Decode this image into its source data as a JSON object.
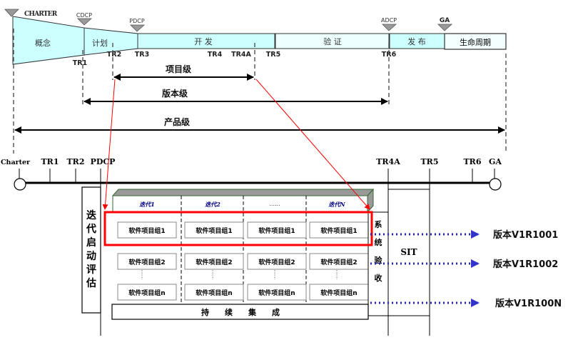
{
  "top_timeline": {
    "milestones": [
      {
        "id": "charter",
        "label": "CHARTER"
      },
      {
        "id": "cdcp",
        "label": "CDCP"
      },
      {
        "id": "pdcp",
        "label": "PDCP"
      },
      {
        "id": "adcp",
        "label": "ADCP"
      },
      {
        "id": "ga",
        "label": "GA"
      }
    ],
    "phases": [
      {
        "id": "concept",
        "label": "概念"
      },
      {
        "id": "plan",
        "label": "计划"
      },
      {
        "id": "develop",
        "label": "开 发"
      },
      {
        "id": "verify",
        "label": "验 证"
      },
      {
        "id": "release",
        "label": "发 布"
      },
      {
        "id": "lifecycle",
        "label": "生命周期"
      }
    ],
    "tr_points": [
      "TR1",
      "TR2",
      "TR3",
      "TR4",
      "TR4A",
      "TR5",
      "TR6"
    ],
    "levels": [
      {
        "id": "project",
        "label": "项目级"
      },
      {
        "id": "version",
        "label": "版本级"
      },
      {
        "id": "product",
        "label": "产品级"
      }
    ]
  },
  "bottom_timeline": {
    "labels": [
      "Charter",
      "TR1",
      "TR2",
      "PDCP",
      "TR4A",
      "TR5",
      "TR6",
      "GA"
    ]
  },
  "iteration": {
    "start_eval": "迭代启动评估",
    "headers": [
      "迭代1",
      "迭代2",
      "......",
      "迭代N"
    ],
    "rows": [
      [
        "软件项目组1",
        "软件项目组1",
        "软件项目组1",
        "软件项目组1"
      ],
      [
        "软件项目组2",
        "软件项目组2",
        "软件项目组2",
        "软件项目组2"
      ],
      [
        "软件项目组n",
        "软件项目组n",
        "软件项目组n",
        "软件项目组n"
      ]
    ],
    "ci": "持　　续　　集　　成",
    "system_acceptance": "系统验收",
    "sit": "SIT"
  },
  "releases": [
    "版本V1R1001",
    "版本V1R1002",
    "版本V1R100N"
  ],
  "colors": {
    "phase_fill": "#ccffff",
    "phase_fill_light": "#eeffff",
    "milestone_gray": "#999999",
    "highlight_red": "#ff0000",
    "dotted_blue": "#2222cc",
    "header_gray": "#999999",
    "iteration_text": "#000080"
  }
}
